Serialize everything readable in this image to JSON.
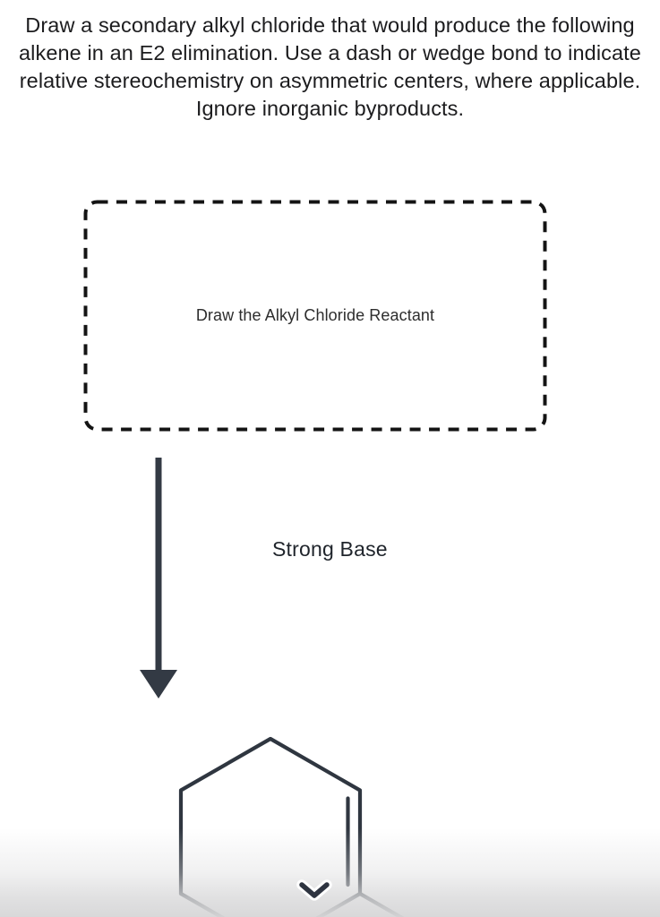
{
  "question": {
    "text": "Draw a secondary alkyl chloride that would produce the following alkene in an E2 elimination. Use a dash or wedge bond to indicate relative stereochemistry on asymmetric centers, where applicable. Ignore inorganic byproducts."
  },
  "reactant_box": {
    "label": "Draw the Alkyl Chloride Reactant",
    "border_color": "#141414"
  },
  "reaction": {
    "condition_label": "Strong Base",
    "arrow_color": "#333A44"
  },
  "product": {
    "structure": "cyclohexene-ring-with-methyl-substituent",
    "line_color": "#2F3640"
  },
  "scroll_indicator": {
    "icon": "chevron-down-icon",
    "color": "#2E3440",
    "halo_color": "#FFFFFF"
  },
  "colors": {
    "background": "#FFFFFF",
    "bottom_fade": "#D9D9DA",
    "title_text": "#1C1C1E",
    "box_label_text": "#2D2D2D",
    "condition_text": "#1F242B"
  }
}
